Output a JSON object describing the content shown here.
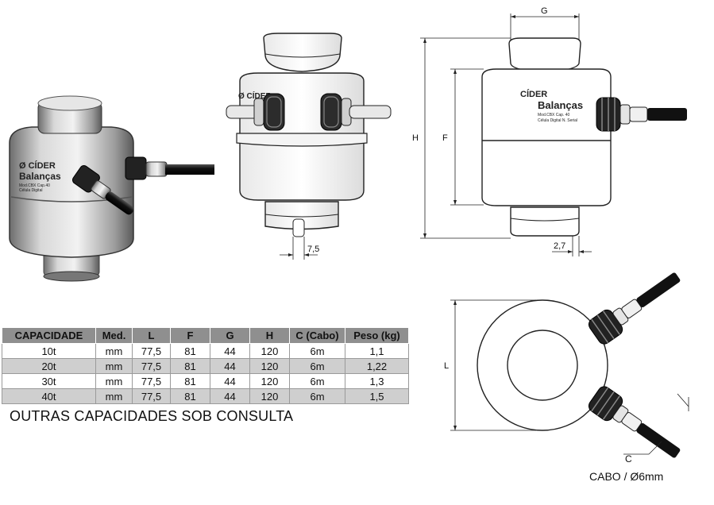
{
  "brand": {
    "logo_text": "CÍDER",
    "product_name": "Balanças",
    "model_line": "Mod.CBX   Cap. 40",
    "subline": "Célula Digital   N. Serial"
  },
  "dimensions": {
    "G": "G",
    "H": "H",
    "F": "F",
    "L": "L",
    "C": "C",
    "dim_7_5": "7,5",
    "dim_2_7": "2,7"
  },
  "cable_label": "CABO / Ø6mm",
  "table": {
    "headers": [
      "CAPACIDADE",
      "Med.",
      "L",
      "F",
      "G",
      "H",
      "C (Cabo)",
      "Peso (kg)"
    ],
    "rows": [
      [
        "10t",
        "mm",
        "77,5",
        "81",
        "44",
        "120",
        "6m",
        "1,1"
      ],
      [
        "20t",
        "mm",
        "77,5",
        "81",
        "44",
        "120",
        "6m",
        "1,22"
      ],
      [
        "30t",
        "mm",
        "77,5",
        "81",
        "44",
        "120",
        "6m",
        "1,3"
      ],
      [
        "40t",
        "mm",
        "77,5",
        "81",
        "44",
        "120",
        "6m",
        "1,5"
      ]
    ]
  },
  "footnote": "OUTRAS CAPACIDADES SOB CONSULTA",
  "colors": {
    "header_bg": "#8f8f8f",
    "row_alt_bg": "#cfcfcf",
    "metal": "#c9c9c9"
  }
}
